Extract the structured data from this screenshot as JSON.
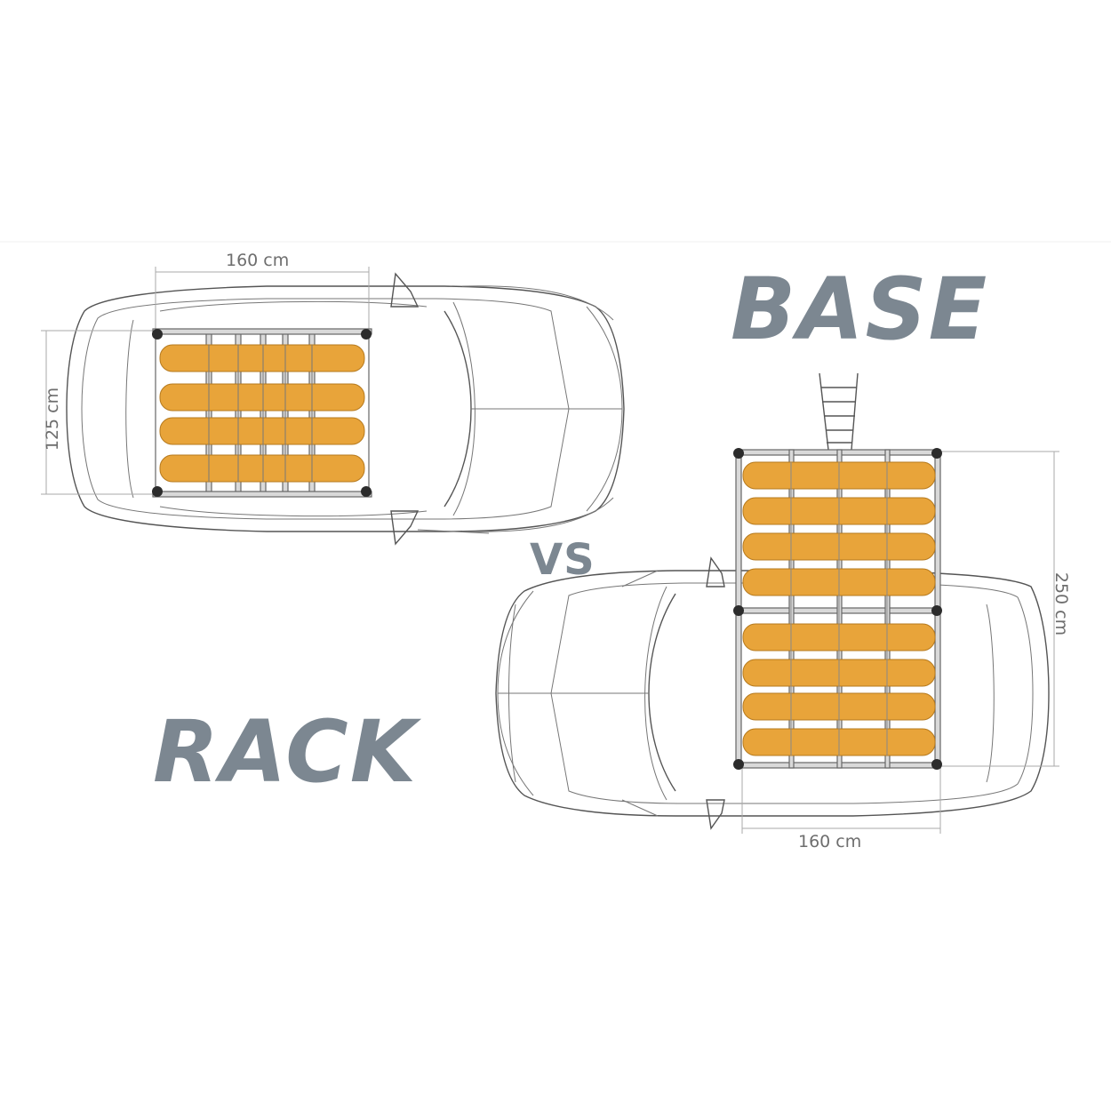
{
  "titles": {
    "base": "BASE",
    "vs": "VS",
    "rack": "RACK"
  },
  "dimensions": {
    "rack_width": "160 cm",
    "rack_length": "125 cm",
    "base_width": "160 cm",
    "base_length": "250 cm"
  },
  "colors": {
    "title_gray": "#7c8791",
    "plank_orange": "#e8a43a",
    "outline": "#555555"
  }
}
